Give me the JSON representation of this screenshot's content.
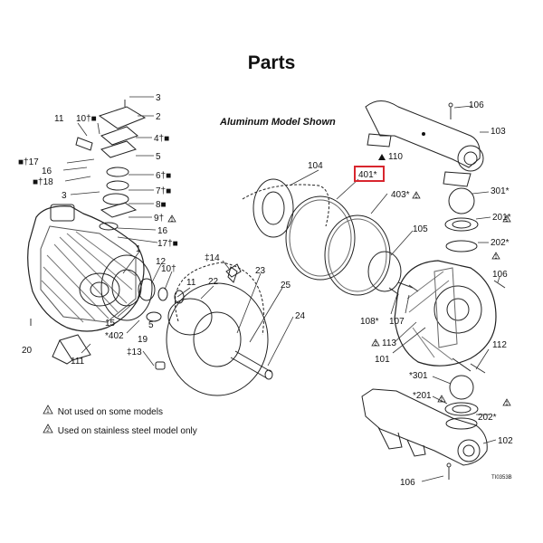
{
  "title": "Parts",
  "subtitle": "Aluminum Model Shown",
  "highlight_color": "#d8262e",
  "highlighted_label": "401*",
  "labels": [
    {
      "id": "p3a",
      "text": "3"
    },
    {
      "id": "p2",
      "text": "2"
    },
    {
      "id": "p11a",
      "text": "11"
    },
    {
      "id": "p10a",
      "text": "10†■"
    },
    {
      "id": "p4",
      "text": "4†■"
    },
    {
      "id": "p5",
      "text": "5"
    },
    {
      "id": "p6",
      "text": "6†■"
    },
    {
      "id": "p7",
      "text": "7†■"
    },
    {
      "id": "p8",
      "text": "8■"
    },
    {
      "id": "p9",
      "text": "9†"
    },
    {
      "id": "p16a",
      "text": "16"
    },
    {
      "id": "p17a",
      "text": "17†■"
    },
    {
      "id": "p17b",
      "text": "■†17"
    },
    {
      "id": "p16b",
      "text": "16"
    },
    {
      "id": "p18",
      "text": "■†18"
    },
    {
      "id": "p3b",
      "text": "3"
    },
    {
      "id": "p1",
      "text": "1"
    },
    {
      "id": "p12",
      "text": "12"
    },
    {
      "id": "p10b",
      "text": "10†"
    },
    {
      "id": "p11b",
      "text": "11"
    },
    {
      "id": "p22",
      "text": "22"
    },
    {
      "id": "p14",
      "text": "‡14"
    },
    {
      "id": "p23",
      "text": "23"
    },
    {
      "id": "p25",
      "text": "25"
    },
    {
      "id": "p24",
      "text": "24"
    },
    {
      "id": "p15",
      "text": "15"
    },
    {
      "id": "p402",
      "text": "*402"
    },
    {
      "id": "p5b",
      "text": "5"
    },
    {
      "id": "p19",
      "text": "19"
    },
    {
      "id": "p13",
      "text": "‡13"
    },
    {
      "id": "p20",
      "text": "20"
    },
    {
      "id": "p111",
      "text": "111"
    },
    {
      "id": "p104",
      "text": "104"
    },
    {
      "id": "p401",
      "text": "401*"
    },
    {
      "id": "p403",
      "text": "403*"
    },
    {
      "id": "p105",
      "text": "105"
    },
    {
      "id": "p106a",
      "text": "106"
    },
    {
      "id": "p103",
      "text": "103"
    },
    {
      "id": "p110",
      "text": "110"
    },
    {
      "id": "p301a",
      "text": "301*"
    },
    {
      "id": "p201a",
      "text": "201*"
    },
    {
      "id": "p202a",
      "text": "202*"
    },
    {
      "id": "p106b",
      "text": "106"
    },
    {
      "id": "p108",
      "text": "108*"
    },
    {
      "id": "p107",
      "text": "107"
    },
    {
      "id": "p113",
      "text": "113"
    },
    {
      "id": "p101",
      "text": "101"
    },
    {
      "id": "p112",
      "text": "112"
    },
    {
      "id": "p301b",
      "text": "*301"
    },
    {
      "id": "p201b",
      "text": "*201"
    },
    {
      "id": "p202b",
      "text": "202*"
    },
    {
      "id": "p102",
      "text": "102"
    },
    {
      "id": "p106c",
      "text": "106"
    }
  ],
  "notes": [
    {
      "marker": "1",
      "text": "Not used on some models"
    },
    {
      "marker": "2",
      "text": "Used on stainless steel model only"
    }
  ],
  "drawing_code": "TI0353B"
}
